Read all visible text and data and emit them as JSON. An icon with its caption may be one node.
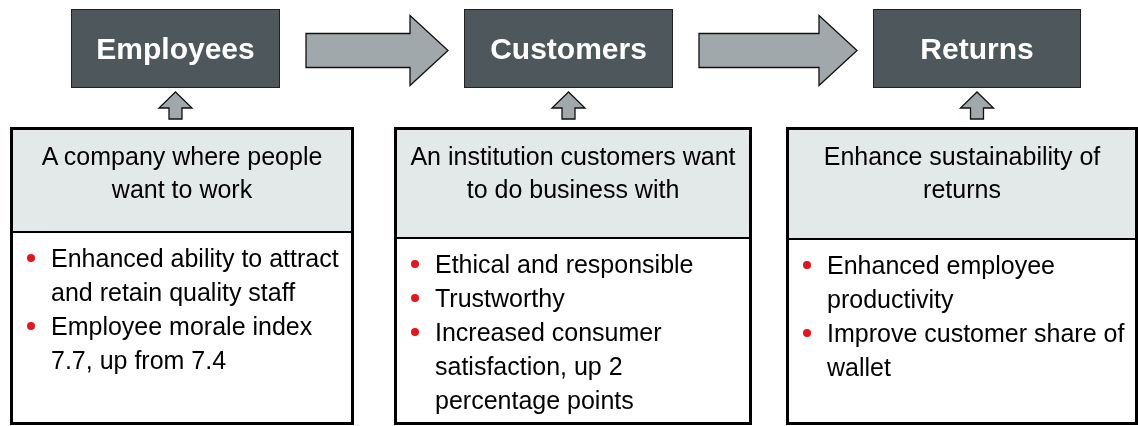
{
  "diagram": {
    "nodes": [
      {
        "text": [
          "Employees"
        ]
      },
      {
        "text": [
          "Customers"
        ]
      },
      {
        "text": [
          "Returns"
        ]
      },
      {
        "text": [
          "A company where people want to work",
          "Enhanced ability to attract and retain quality staff",
          "Employee morale index 7.7, up from 7.4"
        ]
      },
      {
        "text": [
          "An institution customers want to do business with",
          "Ethical and responsible",
          "Trustworthy",
          "Increased consumer satisfaction, up 2 percentage points"
        ]
      },
      {
        "text": [
          "Enhance sustainability of returns",
          "Enhanced employee productivity",
          "Improve customer share of wallet"
        ]
      }
    ],
    "edges": [
      {
        "from": 0,
        "to": 1,
        "arrow": "to"
      },
      {
        "from": 1,
        "to": 2,
        "arrow": "to"
      },
      {
        "from": 3,
        "to": 0,
        "arrow": "to"
      },
      {
        "from": 4,
        "to": 1,
        "arrow": "to"
      },
      {
        "from": 5,
        "to": 2,
        "arrow": "to"
      }
    ]
  }
}
